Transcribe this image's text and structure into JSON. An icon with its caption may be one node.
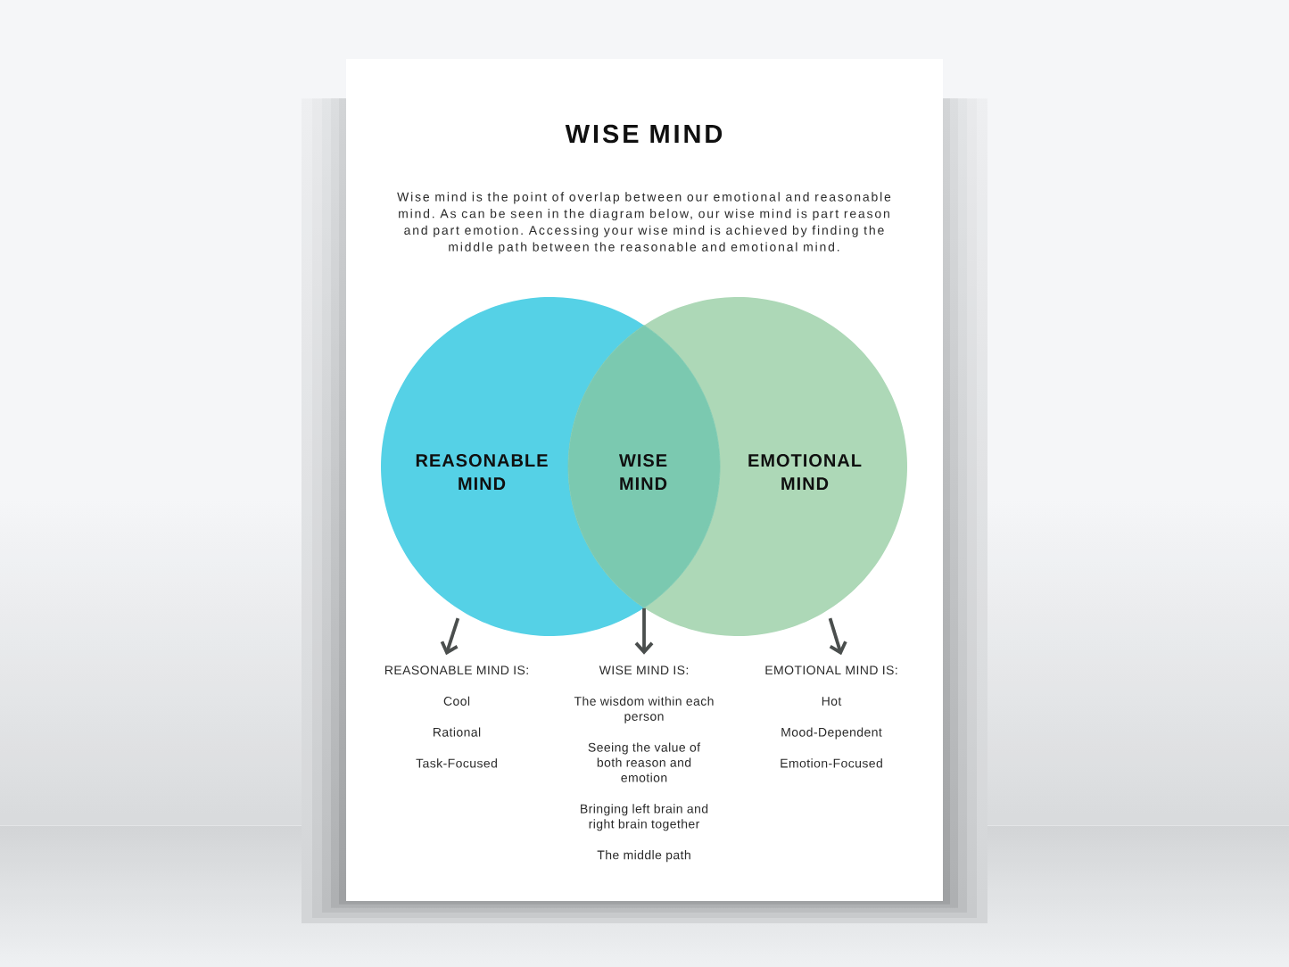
{
  "diagram": {
    "title": "WISE MIND",
    "nodes": [
      {
        "text": [
          "REASONABLE MIND"
        ]
      },
      {
        "text": [
          "WISE MIND"
        ]
      },
      {
        "text": [
          "EMOTIONAL MIND"
        ]
      },
      {
        "text": [
          "REASONABLE MIND IS:",
          "Cool",
          "Rational",
          "Task-Focused"
        ]
      },
      {
        "text": [
          "WISE MIND IS:",
          "The wisdom within each person",
          "Seeing the value of both reason and emotion",
          "Bringing left brain and right brain together",
          "The middle path"
        ]
      },
      {
        "text": [
          "EMOTIONAL MIND IS:",
          "Hot",
          "Mood-Dependent",
          "Emotion-Focused"
        ]
      }
    ],
    "edges": [
      {
        "from": 0,
        "to": 3,
        "arrow": "to"
      },
      {
        "from": 1,
        "to": 4,
        "arrow": "to"
      },
      {
        "from": 2,
        "to": 5,
        "arrow": "to"
      }
    ],
    "labels": [
      "Wise mind is the point of overlap between our emotional and reasonable mind. As can be seen in the diagram below, our wise mind is part reason and part emotion. Accessing your wise mind is achieved by finding the middle path between the reasonable and emotional mind."
    ]
  }
}
